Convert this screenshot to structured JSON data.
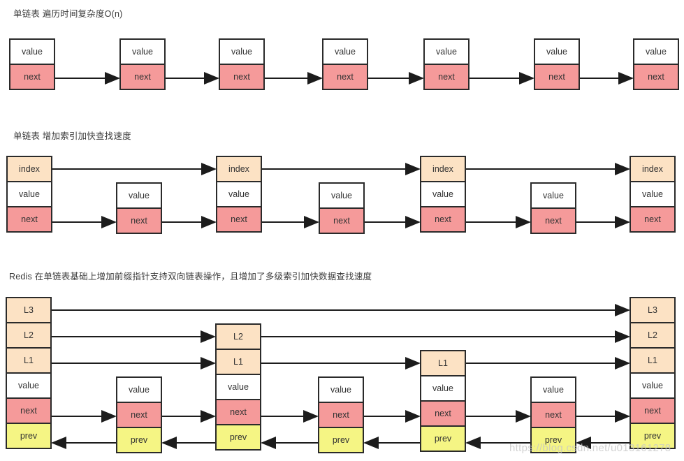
{
  "watermark": "https://blog.csdn.net/u013161278",
  "cell_labels": {
    "value": "value",
    "next": "next",
    "prev": "prev",
    "index": "index",
    "L1": "L1",
    "L2": "L2",
    "L3": "L3"
  },
  "colors": {
    "value_bg": "#ffffff",
    "next_bg": "#f59a9a",
    "prev_bg": "#f5f584",
    "index_bg": "#fce2c4",
    "level_bg": "#fce2c4",
    "cell_border": "#2a2a2a",
    "arrow": "#1c1c1c",
    "title_text": "#3a3a3a",
    "cell_text": "#333333",
    "watermark_text": "#c7c7c7"
  },
  "sections": [
    {
      "name": "singly-linked-list-traversal",
      "title": "单链表 遍历时间复杂度O(n)",
      "nodes": [
        [
          "value",
          "next"
        ],
        [
          "value",
          "next"
        ],
        [
          "value",
          "next"
        ],
        [
          "value",
          "next"
        ],
        [
          "value",
          "next"
        ],
        [
          "value",
          "next"
        ],
        [
          "value",
          "next"
        ]
      ],
      "links": [
        {
          "cell": "next",
          "dir": "forward",
          "pairs": [
            [
              0,
              1
            ],
            [
              1,
              2
            ],
            [
              2,
              3
            ],
            [
              3,
              4
            ],
            [
              4,
              5
            ],
            [
              5,
              6
            ]
          ]
        }
      ]
    },
    {
      "name": "singly-linked-list-with-index",
      "title": "单链表 增加索引加快查找速度",
      "nodes": [
        [
          "index",
          "value",
          "next"
        ],
        [
          "value",
          "next"
        ],
        [
          "index",
          "value",
          "next"
        ],
        [
          "value",
          "next"
        ],
        [
          "index",
          "value",
          "next"
        ],
        [
          "value",
          "next"
        ],
        [
          "index",
          "value",
          "next"
        ]
      ],
      "links": [
        {
          "cell": "index",
          "dir": "forward",
          "pairs": [
            [
              0,
              2
            ],
            [
              2,
              4
            ],
            [
              4,
              6
            ]
          ]
        },
        {
          "cell": "next",
          "dir": "forward",
          "pairs": [
            [
              0,
              1
            ],
            [
              1,
              2
            ],
            [
              2,
              3
            ],
            [
              3,
              4
            ],
            [
              4,
              5
            ],
            [
              5,
              6
            ]
          ]
        }
      ]
    },
    {
      "name": "redis-skiplist-doubly-linked",
      "title": "Redis 在单链表基础上增加前缀指针支持双向链表操作，且增加了多级索引加快数据查找速度",
      "nodes": [
        [
          "L3",
          "L2",
          "L1",
          "value",
          "next",
          "prev"
        ],
        [
          "value",
          "next",
          "prev"
        ],
        [
          "L2",
          "L1",
          "value",
          "next",
          "prev"
        ],
        [
          "value",
          "next",
          "prev"
        ],
        [
          "L1",
          "value",
          "next",
          "prev"
        ],
        [
          "value",
          "next",
          "prev"
        ],
        [
          "L3",
          "L2",
          "L1",
          "value",
          "next",
          "prev"
        ]
      ],
      "links": [
        {
          "cell": "L3",
          "dir": "forward",
          "pairs": [
            [
              0,
              6
            ]
          ]
        },
        {
          "cell": "L2",
          "dir": "forward",
          "pairs": [
            [
              0,
              2
            ],
            [
              2,
              6
            ]
          ]
        },
        {
          "cell": "L1",
          "dir": "forward",
          "pairs": [
            [
              0,
              2
            ],
            [
              2,
              4
            ],
            [
              4,
              6
            ]
          ]
        },
        {
          "cell": "next",
          "dir": "forward",
          "pairs": [
            [
              0,
              1
            ],
            [
              1,
              2
            ],
            [
              2,
              3
            ],
            [
              3,
              4
            ],
            [
              4,
              5
            ],
            [
              5,
              6
            ]
          ]
        },
        {
          "cell": "prev",
          "dir": "backward",
          "pairs": [
            [
              1,
              0
            ],
            [
              2,
              1
            ],
            [
              3,
              2
            ],
            [
              4,
              3
            ],
            [
              5,
              4
            ],
            [
              6,
              5
            ]
          ]
        }
      ]
    }
  ]
}
